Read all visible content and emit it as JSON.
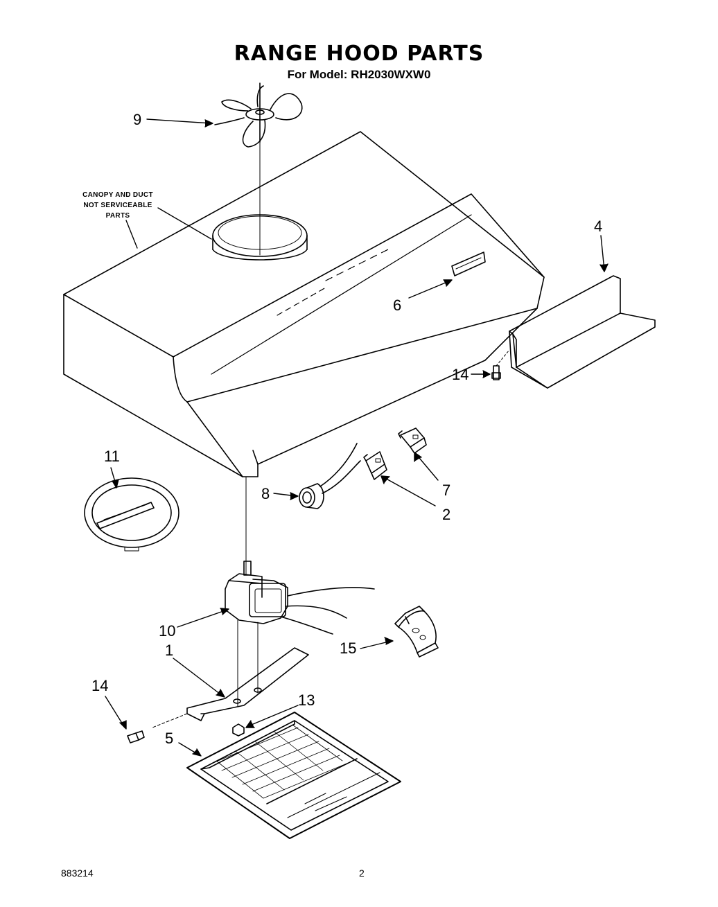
{
  "header": {
    "title": "RANGE HOOD PARTS",
    "model_line": "For Model: RH2030WXW0"
  },
  "note": {
    "line1": "CANOPY AND DUCT",
    "line2": "NOT SERVICEABLE",
    "line3": "PARTS"
  },
  "callouts": {
    "p9": "9",
    "p4": "4",
    "p6": "6",
    "p14_top": "14",
    "p11": "11",
    "p8": "8",
    "p7": "7",
    "p2": "2",
    "p10": "10",
    "p1": "1",
    "p15": "15",
    "p14_bottom": "14",
    "p13": "13",
    "p5": "5"
  },
  "footer": {
    "doc_number": "883214",
    "page_number": "2"
  }
}
